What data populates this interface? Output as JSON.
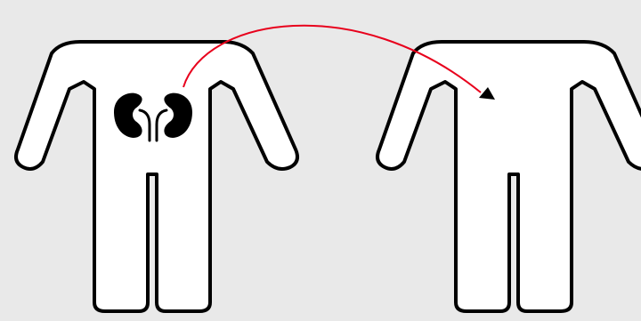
{
  "diagram": {
    "colors": {
      "background": "#e9e9e9",
      "figure_fill": "#ffffff",
      "outline": "#000000",
      "organ": "#000000",
      "arrow": "#e8001c",
      "arrowhead": "#000000"
    },
    "figures": [
      {
        "role": "donor",
        "has_kidneys": true
      },
      {
        "role": "recipient",
        "has_kidneys": false
      }
    ],
    "arrow": {
      "from": "donor-kidneys",
      "to": "recipient-torso"
    }
  }
}
